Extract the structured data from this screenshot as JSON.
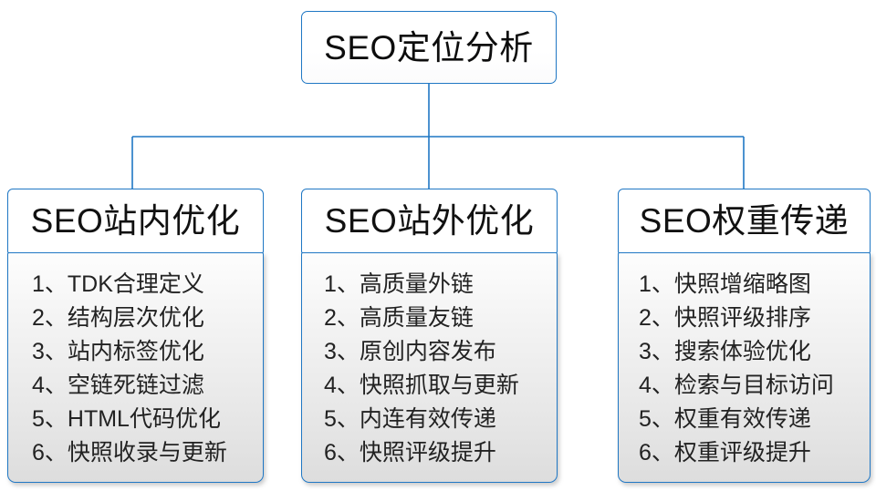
{
  "diagram": {
    "root": {
      "label": "SEO定位分析"
    },
    "connector_color": "#1f77c4",
    "border_color": "#1f77c4",
    "branches": [
      {
        "header": "SEO站内优化",
        "items": [
          "1、TDK合理定义",
          "2、结构层次优化",
          "3、站内标签优化",
          "4、空链死链过滤",
          "5、HTML代码优化",
          "6、快照收录与更新"
        ]
      },
      {
        "header": "SEO站外优化",
        "items": [
          "1、高质量外链",
          "2、高质量友链",
          "3、原创内容发布",
          "4、快照抓取与更新",
          "5、内连有效传递",
          "6、快照评级提升"
        ]
      },
      {
        "header": "SEO权重传递",
        "items": [
          "1、快照增缩略图",
          "2、快照评级排序",
          "3、搜索体验优化",
          "4、检索与目标访问",
          "5、权重有效传递",
          "6、权重评级提升"
        ]
      }
    ]
  }
}
